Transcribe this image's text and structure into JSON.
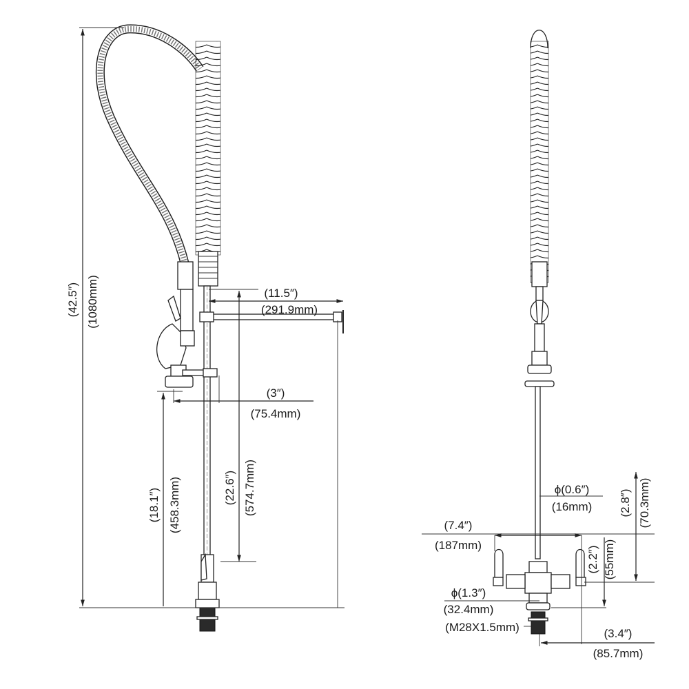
{
  "title": "Pre-rinse faucet dimension drawing",
  "side_view": {
    "overall_height_in": "(42.5″)",
    "overall_height_mm": "(1080mm)",
    "spout_reach_in": "(11.5″)",
    "spout_reach_mm": "(291.9mm)",
    "sprayer_offset_in": "(3″)",
    "sprayer_offset_mm": "(75.4mm)",
    "sprayer_height_in": "(18.1″)",
    "sprayer_height_mm": "(458.3mm)",
    "riser_height_in": "(22.6″)",
    "riser_height_mm": "(574.7mm)"
  },
  "front_view": {
    "riser_diameter_in": "ϕ(0.6″)",
    "riser_diameter_mm": "(16mm)",
    "body_height_in": "(2.8″)",
    "body_height_mm": "(70.3mm)",
    "handle_span_in": "(7.4″)",
    "handle_span_mm": "(187mm)",
    "inlet_height_in": "(2.2″)",
    "inlet_height_mm": "(55mm)",
    "base_diameter_in": "ϕ(1.3″)",
    "base_diameter_mm": "(32.4mm)",
    "thread_size": "(M28X1.5mm)",
    "handle_offset_in": "(3.4″)",
    "handle_offset_mm": "(85.7mm)"
  }
}
